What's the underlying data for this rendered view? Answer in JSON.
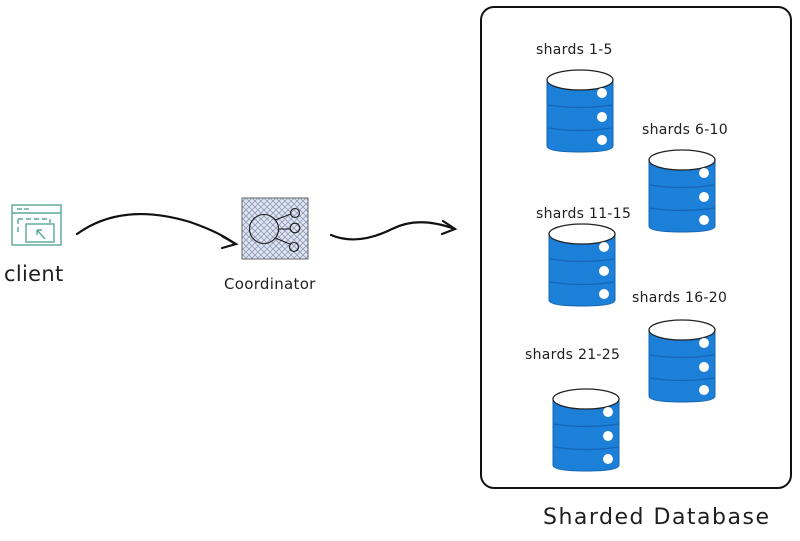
{
  "diagram": {
    "client": {
      "label": "client",
      "icon": "browser-window-icon",
      "stroke_color": "#5aa897"
    },
    "coordinator": {
      "label": "Coordinator",
      "icon": "hub-node-icon",
      "fill_color": "#c9d2e6"
    },
    "database": {
      "label": "Sharded Database",
      "shard_color": "#1c7fd8",
      "shards": [
        {
          "label": "shards 1-5"
        },
        {
          "label": "shards 6-10"
        },
        {
          "label": "shards 11-15"
        },
        {
          "label": "shards 16-20"
        },
        {
          "label": "shards 21-25"
        }
      ]
    },
    "edges": [
      {
        "from": "client",
        "to": "coordinator"
      },
      {
        "from": "coordinator",
        "to": "database"
      }
    ]
  }
}
